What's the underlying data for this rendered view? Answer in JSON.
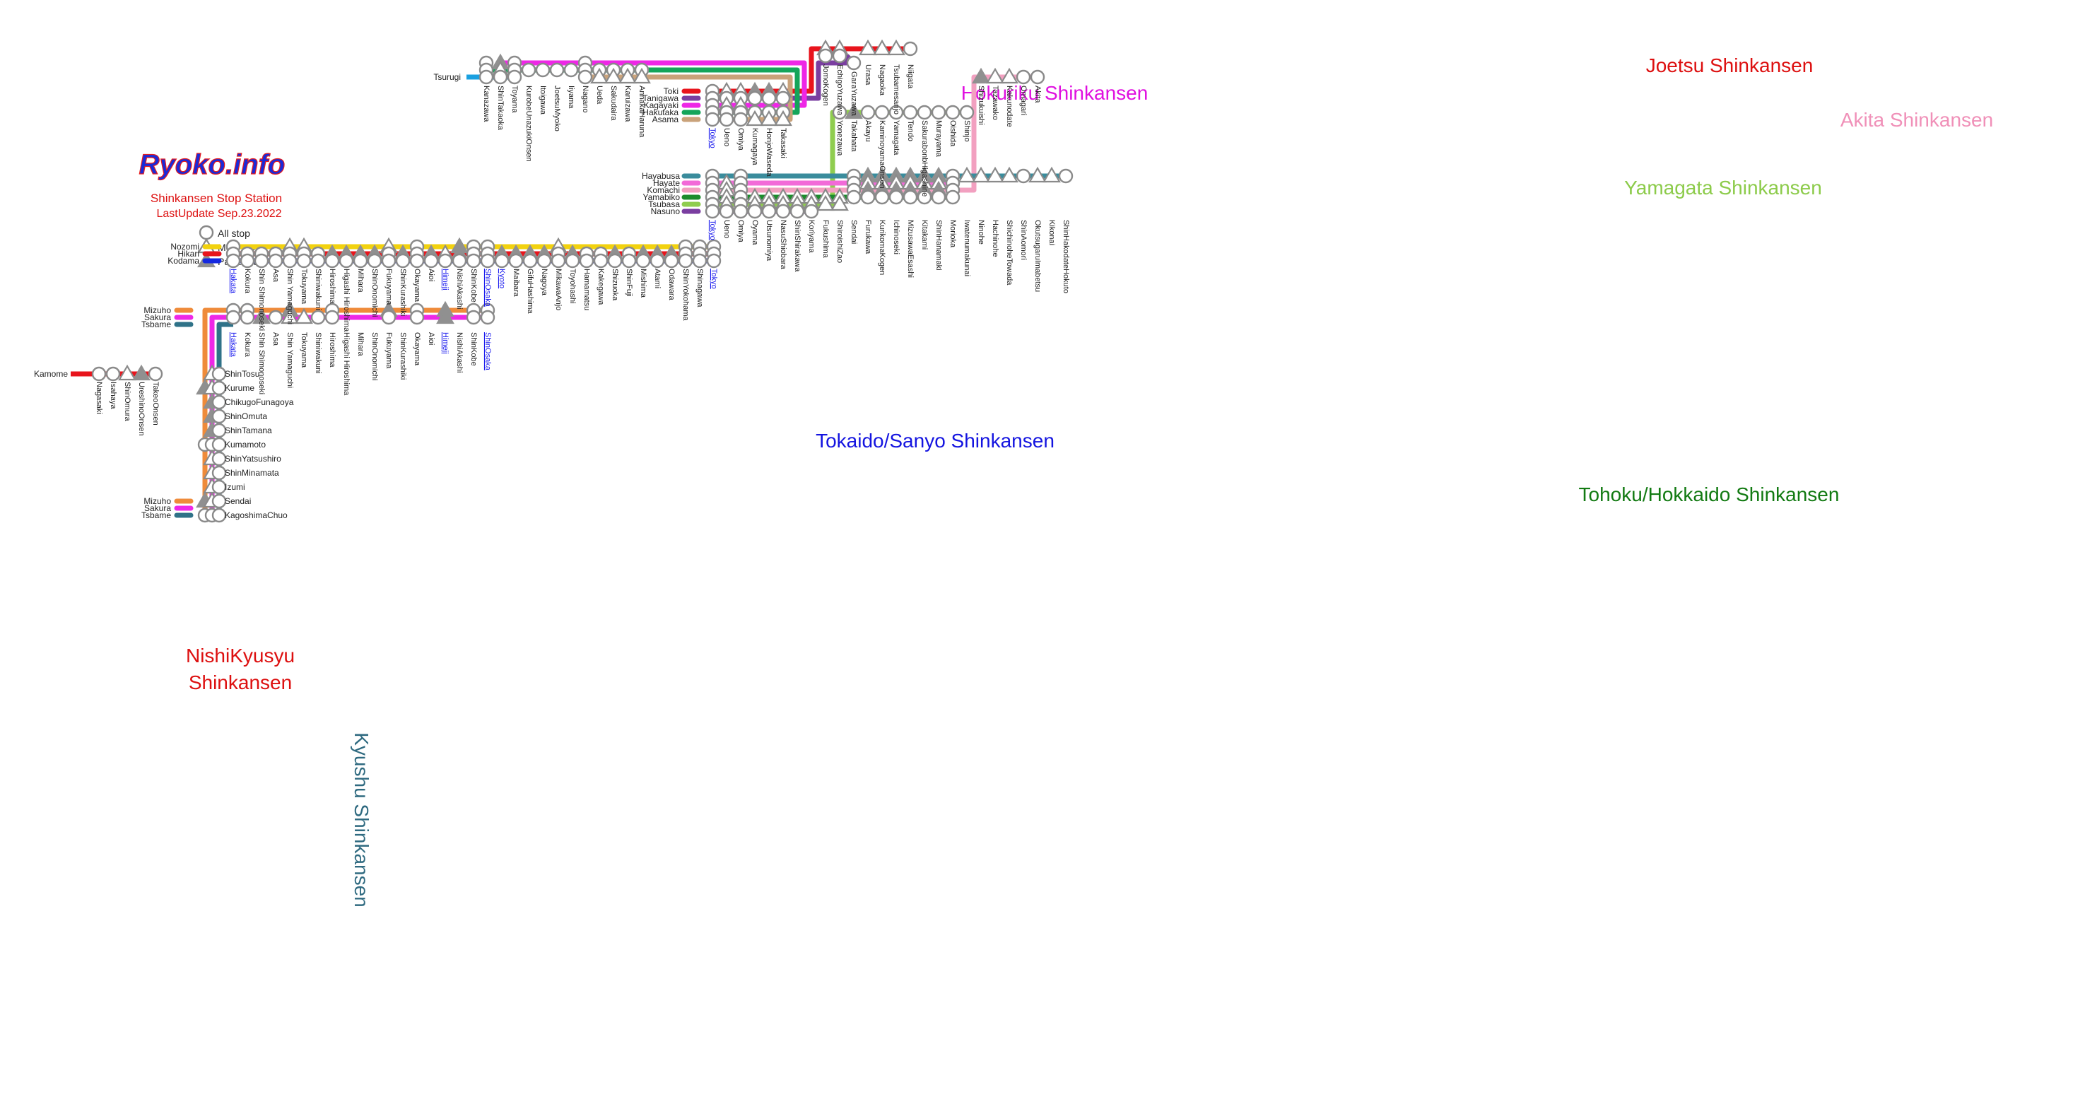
{
  "header": {
    "logo": "Ryoko.info",
    "title": "Shinkansen Stop Station",
    "updated": "LastUpdate Sep.23.2022"
  },
  "legend": {
    "all_stop": "All stop",
    "most_stop": "Most stop",
    "partial_stop": "Partial stop"
  },
  "colors": {
    "nozomi": "#f2d20f",
    "hikari": "#e8141c",
    "kodama": "#1428e0",
    "mizuho": "#ef8b3a",
    "sakura": "#ee27e6",
    "tsubame": "#2f7288",
    "kamome": "#e8141c",
    "toki": "#e8141c",
    "tanigawa": "#7a3ea0",
    "kagayaki": "#ee27e6",
    "hakutaka": "#14a55a",
    "asama": "#c9a27a",
    "tsurugi": "#1aa0e0",
    "hayabusa": "#3a8c9c",
    "hayate": "#f26ad8",
    "komachi": "#f2a0c0",
    "yamabiko": "#1b8c2c",
    "tsubasa": "#8fcd4f",
    "nasuno": "#7a3ea0",
    "title_tokaido": "#1414e0",
    "title_tohoku": "#127a12",
    "title_joetsu": "#dd1010",
    "title_hokuriku": "#e010e0",
    "title_akita": "#f090b8",
    "title_yamagata": "#8ccb4a",
    "title_nishikyusyu": "#dd1010",
    "title_kyushu": "#2f6a80",
    "link": "#1a1aee"
  },
  "tokaido": {
    "title": "Tokaido/Sanyo Shinkansen",
    "services": [
      "Nozomi",
      "Hikari",
      "Kodama"
    ],
    "stations": [
      "Hakata",
      "Kokura",
      "Shin Shimonoseki",
      "Asa",
      "Shin Yamaguchi",
      "Tokuyama",
      "Shiniwakuni",
      "Hiroshima",
      "Higashi Hiroshima",
      "Mihara",
      "ShinOnomichi",
      "Fukuyama",
      "ShinKurashiki",
      "Okayama",
      "Aioi",
      "Himeji",
      "NishiAkashi",
      "ShinKobe",
      "ShinOsaka",
      "Kyoto",
      "Maibara",
      "GifuHashima",
      "Nagoya",
      "MikawaAnjo",
      "Toyohashi",
      "Hamamatsu",
      "Kakegawa",
      "Shizuoka",
      "ShinFuji",
      "Mishima",
      "Atami",
      "Odawara",
      "ShinYokohama",
      "Shinagawa",
      "Tokyo"
    ],
    "links": [
      "Hakata",
      "Himeji",
      "ShinOsaka",
      "Kyoto",
      "Tokyo"
    ],
    "nozomi": "oxxxMMxxxxxMxoxxPooxxxxMxxxxxxxxooo",
    "hikari": "oooooooPPPPoPoPMPooPPPPoPooPoPPPooo",
    "kodama": "ooooooooooooooooooooooooooooooooooo"
  },
  "sanyo": {
    "services": [
      "Mizuho",
      "Sakura",
      "Tsbame"
    ],
    "stations": [
      "Hakata",
      "Kokura",
      "Shin Shimonoseki",
      "Asa",
      "Shin Yamaguchi",
      "Tokuyama",
      "Shiniwakuni",
      "Hiroshima",
      "Higashi Hiroshima",
      "Mihara",
      "ShinOnomichi",
      "Fukuyama",
      "ShinKurashiki",
      "Okayama",
      "Aioi",
      "Himeji",
      "NishiAkashi",
      "ShinKobe",
      "ShinOsaka"
    ],
    "links": [
      "Hakata",
      "Himeji",
      "ShinOsaka"
    ],
    "mizuho": "ooxxPxxoxxxPxoxPxoo",
    "sakura": "ooPoMMooxxxoxoxPxoo"
  },
  "kyushu": {
    "title": "Kyushu Shinkansen",
    "services": [
      "Mizuho",
      "Sakura",
      "Tsbame"
    ],
    "stations": [
      "ShinTosu",
      "Kurume",
      "ChikugoFunagoya",
      "ShinOmuta",
      "ShinTamana",
      "Kumamoto",
      "ShinYatsushiro",
      "ShinMinamata",
      "Izumi",
      "Sendai",
      "KagoshimaChuo"
    ],
    "mizuho": "xPxxxoxxxPo",
    "sakura": "MMPPPoMMMMo",
    "tsubame": "oooooooooco"
  },
  "nishikyusyu": {
    "title_line1": "NishiKyusyu",
    "title_line2": "Shinkansen",
    "service": "Kamome",
    "stations": [
      "Nagasaki",
      "Isahaya",
      "ShinOmura",
      "UreshinoOnsen",
      "TakeoOnsen"
    ],
    "stops": "ooMPo"
  },
  "hokuriku": {
    "title": "Hokuriku Shinkansen",
    "tsurugi_label": "Tsurugi",
    "stations": [
      "Kanazawa",
      "ShinTakaoka",
      "Toyama",
      "KurobeUnazukiOnsen",
      "Itoigawa",
      "JoetsuMyoko",
      "Iiyama",
      "Nagano",
      "Ueda",
      "Sakudaira",
      "Karuizawa",
      "AnnakaHaruna"
    ],
    "kagayaki": "oPoxxxxoxxxx",
    "hakutaka": "oMoooooooooo",
    "asama": "xxxxxxxoMMMM",
    "tsurugi": "ooo"
  },
  "joetsu": {
    "title": "Joetsu Shinkansen",
    "stations": [
      "JomoKogen",
      "EchigoYuzawa",
      "GaraYuzawa",
      "Urasa",
      "Nagaoka",
      "Tsubamesanjo",
      "Niigata"
    ],
    "toki": "MMxMMMo",
    "tanigawa": "ooox"
  },
  "tokyo_north": {
    "services": [
      "Toki",
      "Tanigawa",
      "Kagayaki",
      "Hakutaka",
      "Asama"
    ],
    "stations": [
      "Tokyo",
      "Ueno",
      "Omiya",
      "Kumagaya",
      "HonjoWaseda",
      "Takasaki"
    ],
    "links": [
      "Tokyo"
    ],
    "toki": "oMMPPM",
    "tanigawa": "oooooo",
    "kagayaki": "oMMxxx",
    "hakutaka": "oooooo",
    "asama": "oooMMM"
  },
  "yamagata": {
    "title": "Yamagata Shinkansen",
    "stations": [
      "Yonezawa",
      "Takahata",
      "Akayu",
      "KaminoyamaOnsen",
      "Yamagata",
      "Tendo",
      "SakurabonbHigashine",
      "Murayama",
      "Oishida",
      "Shinjo"
    ],
    "tsubasa": "oPoooooooo"
  },
  "akita": {
    "title": "Akita Shinkansen",
    "stations": [
      "Shizukuishi",
      "Tazawako",
      "Kakunodate",
      "Omagari",
      "Akita"
    ],
    "komachi": "PMMoo"
  },
  "tohoku": {
    "title": "Tohoku/Hokkaido Shinkansen",
    "services": [
      "Hayabusa",
      "Hayate",
      "Komachi",
      "Yamabiko",
      "Tsubasa",
      "Nasuno"
    ],
    "stations": [
      "Tokyo",
      "Ueno",
      "Omiya",
      "Oyama",
      "Utsunomiya",
      "NasuShiobara",
      "ShinShirakawa",
      "Koriyama",
      "Fukushima",
      "ShiroishiZao",
      "Sendai",
      "Furukawa",
      "KurikomaKogen",
      "Ichinoseki",
      "MizusawaEsashi",
      "Kitakami",
      "ShinHanamaki",
      "Morioka",
      "Iwatenumakunai",
      "Ninohe",
      "Hachinohe",
      "ShichinoheTowada",
      "ShinAomori",
      "OkutsugaruImabetsu",
      "Kikonai",
      "ShinHakodateHokuto"
    ],
    "links": [
      "Tokyo"
    ],
    "hayabusa": "oxoxxxxxxxoPPPPPPoMMMMoMMo",
    "hayate": "oMoxxxxxxxoMMMMMMoxxxxxxxx",
    "komachi": "oMoxxxxxxxoPPPPPPoxxxxxxxx",
    "yamabiko": "oMoMMMMMMMoooooooo",
    "tsubasa": "oMoMMMMMMMxx",
    "nasuno": "oooooooo"
  }
}
